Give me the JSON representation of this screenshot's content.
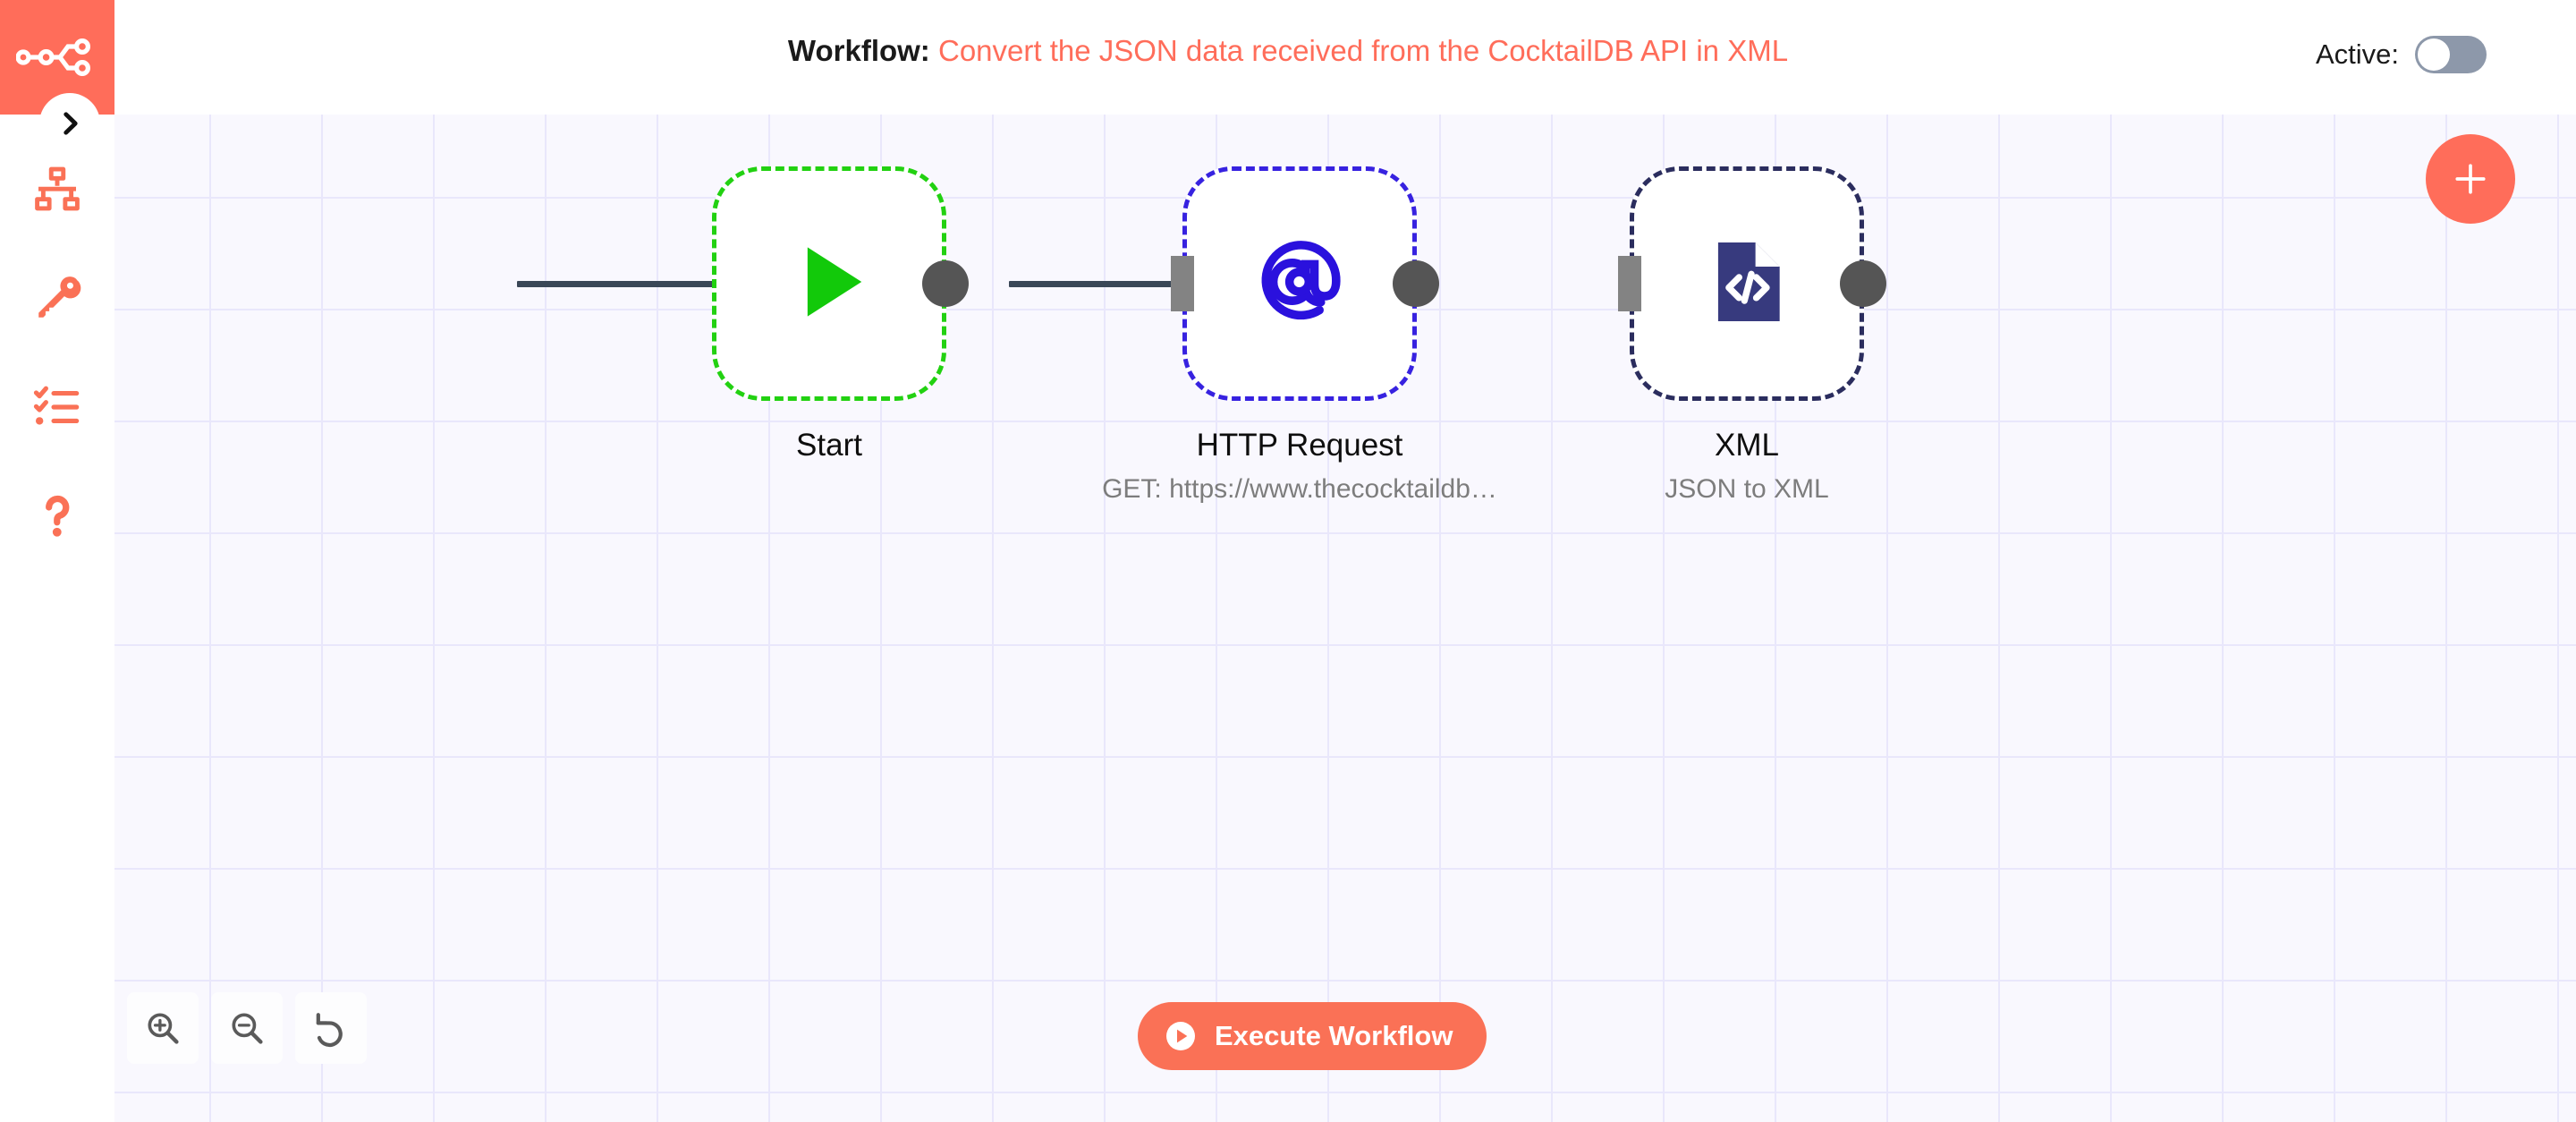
{
  "header": {
    "workflow_label": "Workflow:",
    "workflow_name": "Convert the JSON data received from the CocktailDB API in XML",
    "active_label": "Active:",
    "active_state": "off"
  },
  "sidebar": {
    "logo_name": "n8n-logo",
    "expand_icon": "chevron-right-icon",
    "items": [
      {
        "icon": "sitemap-icon",
        "name": "workflows"
      },
      {
        "icon": "key-icon",
        "name": "credentials"
      },
      {
        "icon": "checklist-icon",
        "name": "executions"
      },
      {
        "icon": "question-mark-icon",
        "name": "help"
      }
    ]
  },
  "canvas": {
    "add_node_icon": "plus-icon",
    "zoom_in_icon": "zoom-in-icon",
    "zoom_out_icon": "zoom-out-icon",
    "reset_zoom_icon": "undo-icon",
    "execute_label": "Execute Workflow",
    "execute_icon": "play-circle-icon"
  },
  "nodes": [
    {
      "id": "start",
      "label": "Start",
      "subtitle": "",
      "icon": "play-triangle-icon",
      "border_color": "#22d111",
      "has_input": false,
      "has_output": true
    },
    {
      "id": "http-request",
      "label": "HTTP Request",
      "subtitle": "GET: https://www.thecocktaildb…",
      "icon": "at-sign-icon",
      "border_color": "#3722e0",
      "has_input": true,
      "has_output": true
    },
    {
      "id": "xml",
      "label": "XML",
      "subtitle": "JSON to XML",
      "icon": "code-file-icon",
      "border_color": "#2b2d5e",
      "has_input": true,
      "has_output": true
    }
  ],
  "colors": {
    "brand": "#ff6d5a",
    "execute": "#fa7156",
    "canvas_bg": "#f9f8fe",
    "grid_line": "#e9e7fb",
    "connection": "#3a4757",
    "endpoint": "#555555",
    "input_endpoint": "#838383",
    "toggle_off": "#8d98aa"
  }
}
